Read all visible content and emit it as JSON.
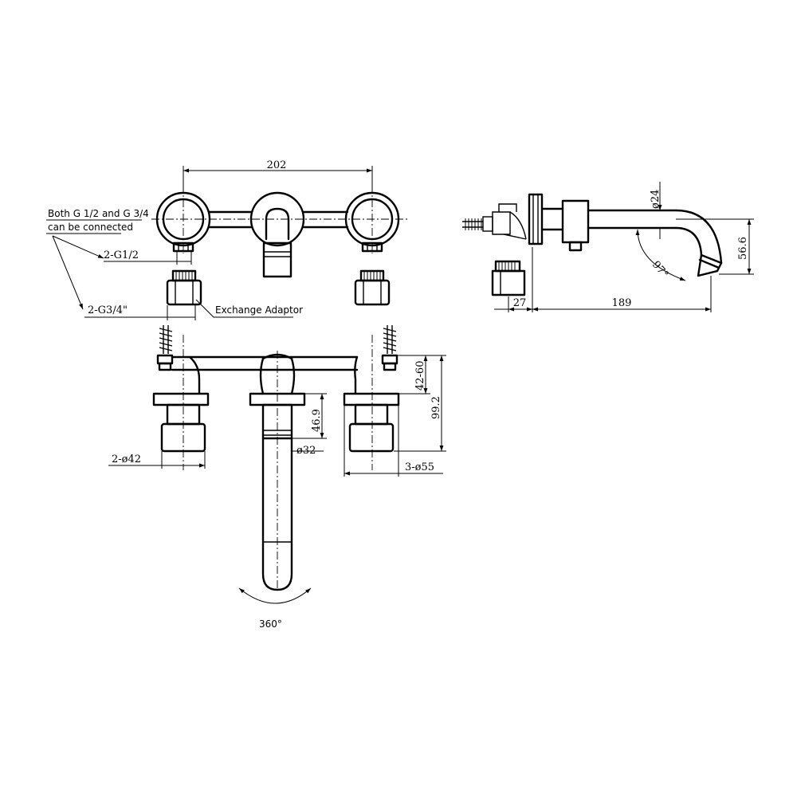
{
  "notes": {
    "connection_note_line1": "Both G 1/2 and G 3/4",
    "connection_note_line2": "can be connected",
    "adaptor_label": "Exchange Adaptor",
    "thread_small": "2-G1/2",
    "thread_large": "2-G3/4\"",
    "rotation": "360°"
  },
  "dimensions": {
    "inlet_spacing": "202",
    "spout_diameter": "ø24",
    "spout_angle": "97°",
    "spout_drop": "56.6",
    "wall_depth": "27",
    "spout_reach": "189",
    "handle_diameter": "2-ø42",
    "spout_body_diameter": "ø32",
    "spout_body_height": "46.9",
    "flange_diameter": "3-ø55",
    "adjust_range": "42-60",
    "overall_depth": "99.2"
  }
}
